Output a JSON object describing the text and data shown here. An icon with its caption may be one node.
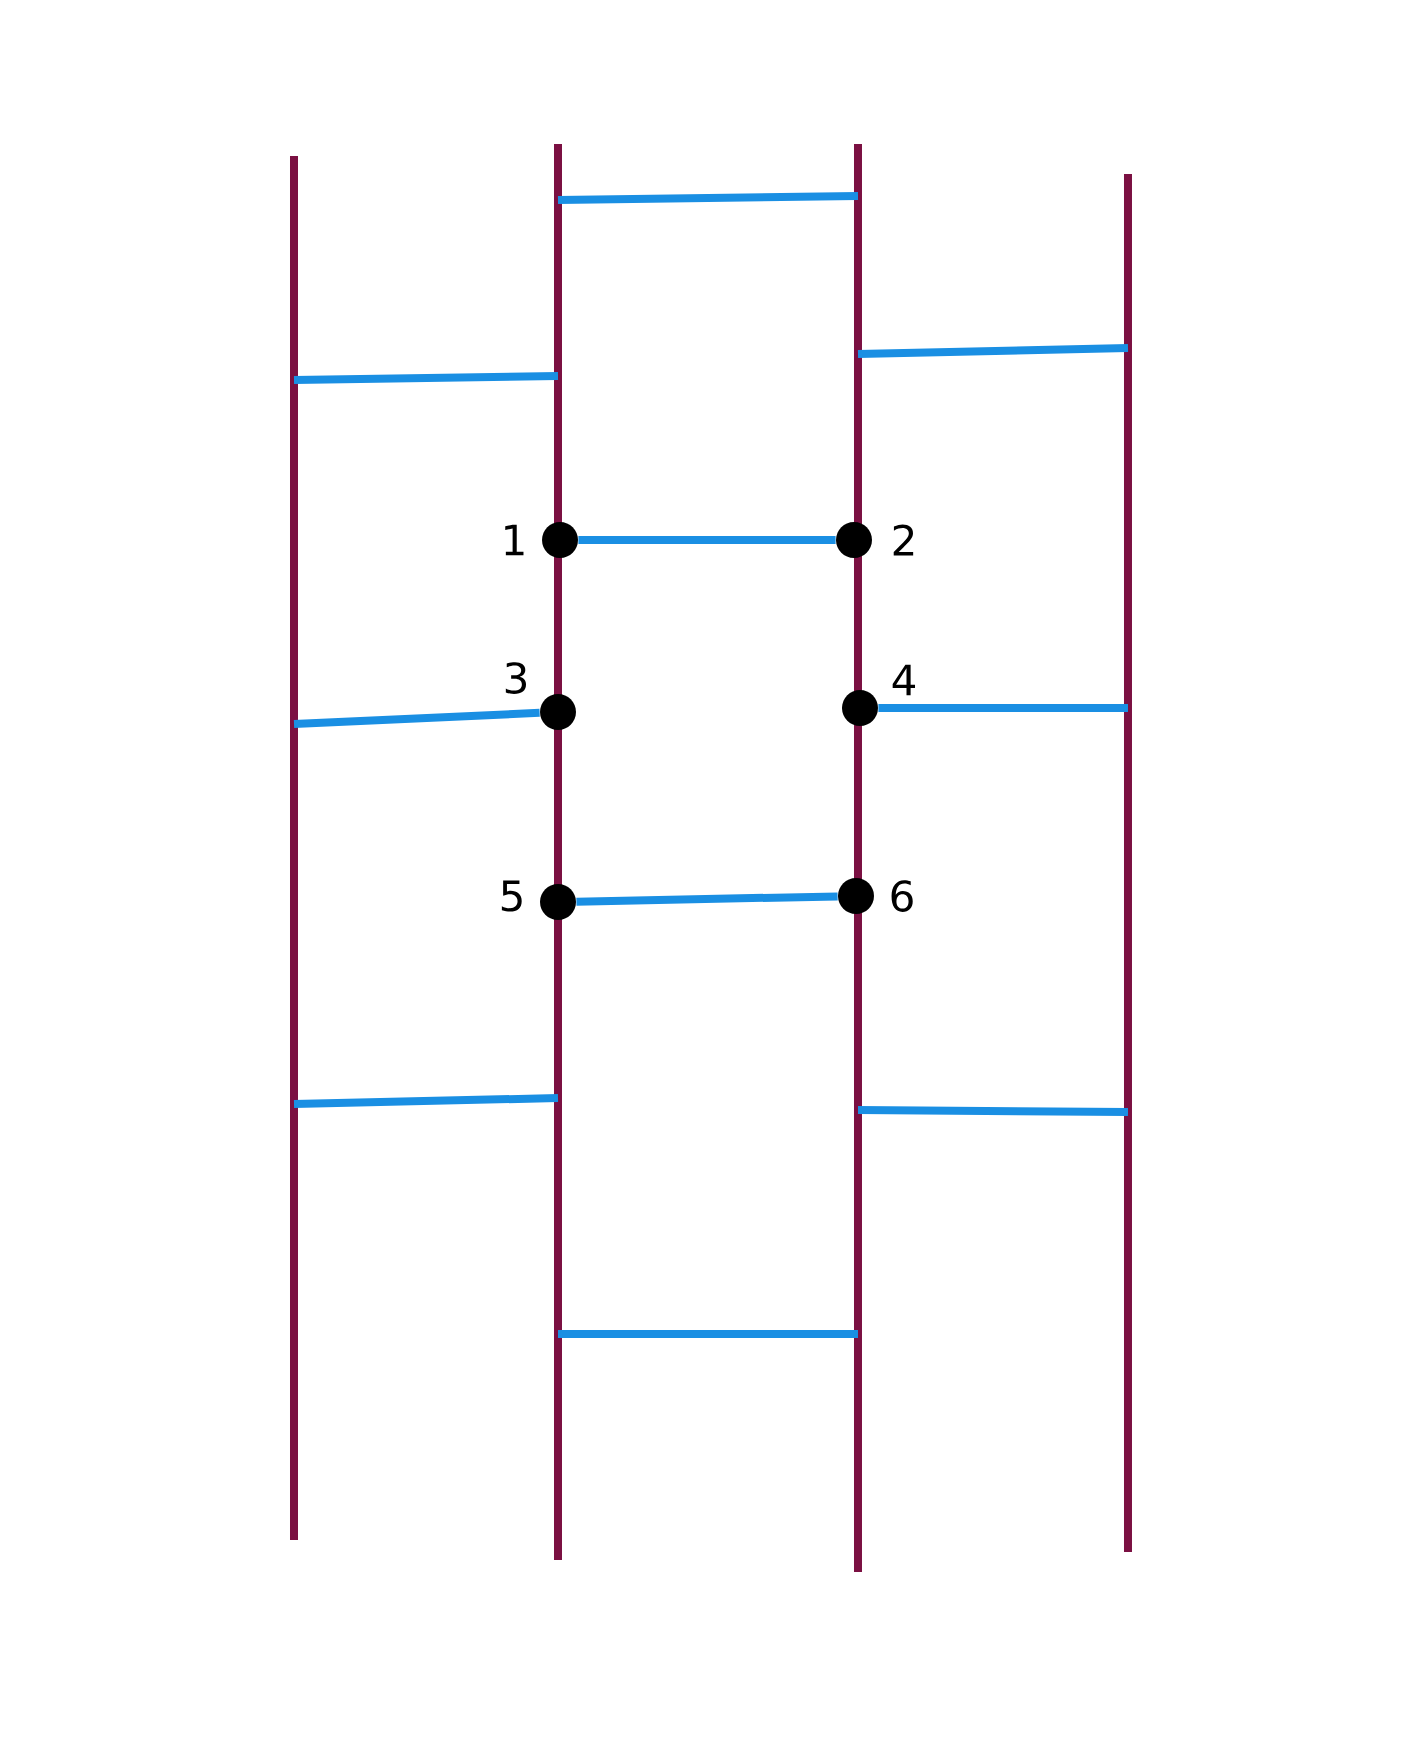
{
  "diagram": {
    "nodes": [
      {
        "text": [],
        "shape": "circle",
        "beside": [
          "1"
        ]
      },
      {
        "text": [],
        "shape": "circle",
        "beside": [
          "2"
        ]
      },
      {
        "text": [],
        "shape": "circle",
        "beside": [
          "3"
        ]
      },
      {
        "text": [],
        "shape": "circle",
        "beside": [
          "4"
        ]
      },
      {
        "text": [],
        "shape": "circle",
        "beside": [
          "5"
        ]
      },
      {
        "text": [],
        "shape": "circle",
        "beside": [
          "6"
        ]
      }
    ],
    "edges": [
      {
        "from": 0,
        "to": 1,
        "arrow": "none"
      },
      {
        "from": 2,
        "to": null,
        "arrow": "none"
      },
      {
        "from": 3,
        "to": null,
        "arrow": "none"
      },
      {
        "from": 4,
        "to": 5,
        "arrow": "none"
      }
    ]
  }
}
